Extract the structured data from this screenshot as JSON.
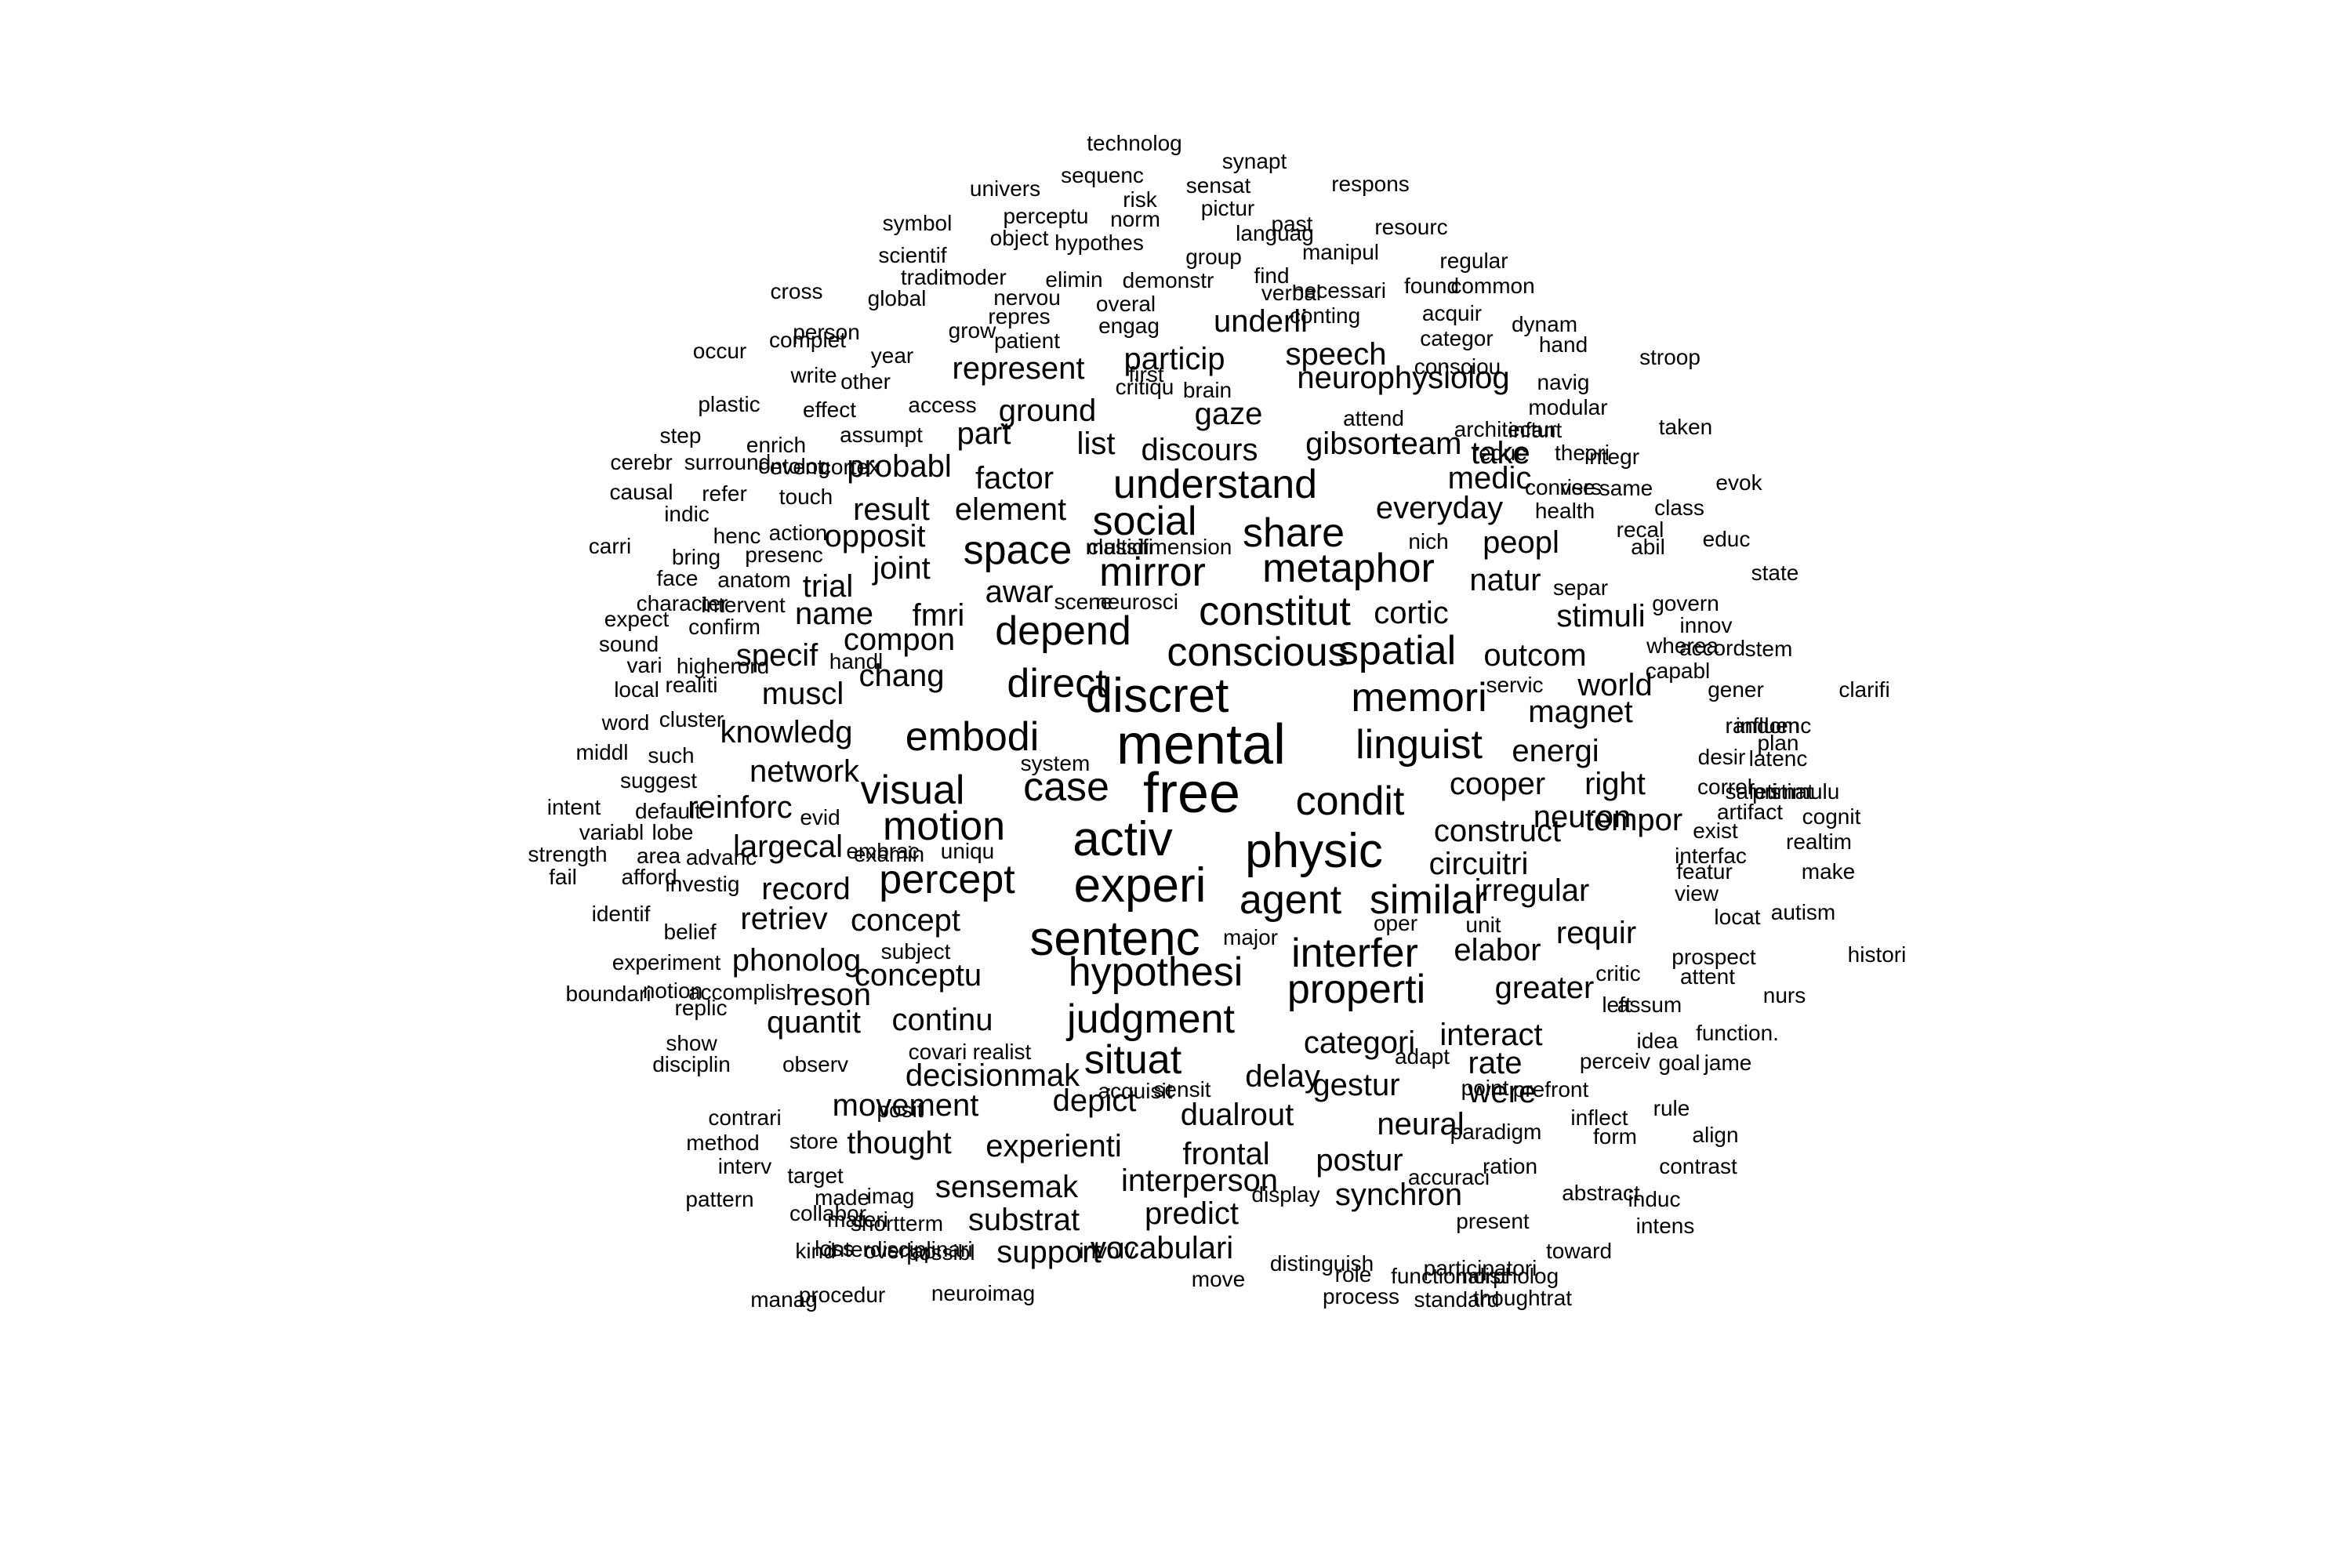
{
  "words": [
    [
      "mental",
      6
    ],
    [
      "free",
      6
    ],
    [
      "sentenc",
      5
    ],
    [
      "discret",
      5
    ],
    [
      "activ",
      5
    ],
    [
      "experi",
      5
    ],
    [
      "physic",
      5
    ],
    [
      "memori",
      4
    ],
    [
      "linguist",
      4
    ],
    [
      "similar",
      4
    ],
    [
      "share",
      4
    ],
    [
      "metaphor",
      4
    ],
    [
      "understand",
      4
    ],
    [
      "social",
      4
    ],
    [
      "space",
      4
    ],
    [
      "spatial",
      4
    ],
    [
      "conscious",
      4
    ],
    [
      "constitut",
      4
    ],
    [
      "depend",
      4
    ],
    [
      "direct",
      4
    ],
    [
      "embodi",
      4
    ],
    [
      "case",
      4
    ],
    [
      "condit",
      4
    ],
    [
      "motion",
      4
    ],
    [
      "visual",
      4
    ],
    [
      "percept",
      4
    ],
    [
      "agent",
      4
    ],
    [
      "interfer",
      4
    ],
    [
      "properti",
      4
    ],
    [
      "hypothesi",
      4
    ],
    [
      "judgment",
      4
    ],
    [
      "situat",
      4
    ],
    [
      "mirror",
      4
    ],
    [
      "circuitri",
      3
    ],
    [
      "construct",
      3
    ],
    [
      "irregular",
      3
    ],
    [
      "neuron",
      3
    ],
    [
      "right",
      3
    ],
    [
      "tempor",
      3
    ],
    [
      "cooper",
      3
    ],
    [
      "energi",
      3
    ],
    [
      "magnet",
      3
    ],
    [
      "world",
      3
    ],
    [
      "outcom",
      3
    ],
    [
      "stimuli",
      3
    ],
    [
      "cortic",
      3
    ],
    [
      "natur",
      3
    ],
    [
      "peopl",
      3
    ],
    [
      "everyday",
      3
    ],
    [
      "medic",
      3
    ],
    [
      "take",
      3
    ],
    [
      "team",
      3
    ],
    [
      "gibson",
      3
    ],
    [
      "neurophysiolog",
      3
    ],
    [
      "speech",
      3
    ],
    [
      "gaze",
      3
    ],
    [
      "discours",
      3
    ],
    [
      "list",
      3
    ],
    [
      "ground",
      3
    ],
    [
      "particip",
      3
    ],
    [
      "underli",
      3
    ],
    [
      "represent",
      3
    ],
    [
      "part",
      3
    ],
    [
      "probabl",
      3
    ],
    [
      "factor",
      3
    ],
    [
      "element",
      3
    ],
    [
      "result",
      3
    ],
    [
      "opposit",
      3
    ],
    [
      "joint",
      3
    ],
    [
      "trial",
      3
    ],
    [
      "name",
      3
    ],
    [
      "fmri",
      3
    ],
    [
      "awar",
      3
    ],
    [
      "specif",
      3
    ],
    [
      "compon",
      3
    ],
    [
      "chang",
      3
    ],
    [
      "muscl",
      3
    ],
    [
      "knowledg",
      3
    ],
    [
      "network",
      3
    ],
    [
      "reinforc",
      3
    ],
    [
      "largecal",
      3
    ],
    [
      "record",
      3
    ],
    [
      "retriev",
      3
    ],
    [
      "concept",
      3
    ],
    [
      "phonolog",
      3
    ],
    [
      "conceptu",
      3
    ],
    [
      "reson",
      3
    ],
    [
      "quantit",
      3
    ],
    [
      "continu",
      3
    ],
    [
      "decisionmak",
      3
    ],
    [
      "movement",
      3
    ],
    [
      "thought",
      3
    ],
    [
      "experienti",
      3
    ],
    [
      "depict",
      3
    ],
    [
      "categori",
      3
    ],
    [
      "delay",
      3
    ],
    [
      "dualrout",
      3
    ],
    [
      "interact",
      3
    ],
    [
      "rate",
      3
    ],
    [
      "gestur",
      3
    ],
    [
      "were",
      3
    ],
    [
      "neural",
      3
    ],
    [
      "frontal",
      3
    ],
    [
      "postur",
      3
    ],
    [
      "interperson",
      3
    ],
    [
      "sensemak",
      3
    ],
    [
      "substrat",
      3
    ],
    [
      "predict",
      3
    ],
    [
      "synchron",
      3
    ],
    [
      "support",
      3
    ],
    [
      "vocabulari",
      3
    ],
    [
      "requir",
      3
    ],
    [
      "elabor",
      3
    ],
    [
      "greater",
      3
    ],
    [
      "technolog",
      1
    ],
    [
      "synapt",
      1
    ],
    [
      "sequenc",
      1
    ],
    [
      "sensat",
      1
    ],
    [
      "univers",
      1
    ],
    [
      "respons",
      1
    ],
    [
      "risk",
      1
    ],
    [
      "pictur",
      1
    ],
    [
      "symbol",
      1
    ],
    [
      "perceptu",
      1
    ],
    [
      "norm",
      1
    ],
    [
      "past",
      1
    ],
    [
      "resourc",
      1
    ],
    [
      "object",
      1
    ],
    [
      "hypothes",
      1
    ],
    [
      "languag",
      1
    ],
    [
      "scientif",
      1
    ],
    [
      "group",
      1
    ],
    [
      "manipul",
      1
    ],
    [
      "regular",
      1
    ],
    [
      "tradit",
      1
    ],
    [
      "moder",
      1
    ],
    [
      "elimin",
      1
    ],
    [
      "demonstr",
      1
    ],
    [
      "find",
      1
    ],
    [
      "verbal",
      1
    ],
    [
      "necessari",
      1
    ],
    [
      "found",
      1
    ],
    [
      "common",
      1
    ],
    [
      "cross",
      1
    ],
    [
      "global",
      1
    ],
    [
      "nervou",
      1
    ],
    [
      "repres",
      1
    ],
    [
      "overal",
      1
    ],
    [
      "engag",
      1
    ],
    [
      "conting",
      1
    ],
    [
      "acquir",
      1
    ],
    [
      "complet",
      1
    ],
    [
      "grow",
      1
    ],
    [
      "patient",
      1
    ],
    [
      "categor",
      1
    ],
    [
      "dynam",
      1
    ],
    [
      "person",
      1
    ],
    [
      "year",
      1
    ],
    [
      "hand",
      1
    ],
    [
      "occur",
      1
    ],
    [
      "write",
      1
    ],
    [
      "other",
      1
    ],
    [
      "critiqu",
      1
    ],
    [
      "first",
      1
    ],
    [
      "consciou",
      1
    ],
    [
      "stroop",
      1
    ],
    [
      "brain",
      1
    ],
    [
      "navig",
      1
    ],
    [
      "plastic",
      1
    ],
    [
      "effect",
      1
    ],
    [
      "access",
      1
    ],
    [
      "attend",
      1
    ],
    [
      "modular",
      1
    ],
    [
      "step",
      1
    ],
    [
      "assumpt",
      1
    ],
    [
      "architectur",
      1
    ],
    [
      "infant",
      1
    ],
    [
      "taken",
      1
    ],
    [
      "enrich",
      1
    ],
    [
      "reduc",
      1
    ],
    [
      "event",
      1
    ],
    [
      "cortex",
      1
    ],
    [
      "ontolog",
      1
    ],
    [
      "theori",
      1
    ],
    [
      "integr",
      1
    ],
    [
      "cerebr",
      1
    ],
    [
      "surround",
      1
    ],
    [
      "convers",
      1
    ],
    [
      "same",
      1
    ],
    [
      "causal",
      1
    ],
    [
      "refer",
      1
    ],
    [
      "touch",
      1
    ],
    [
      "evok",
      1
    ],
    [
      "rise",
      1
    ],
    [
      "indic",
      1
    ],
    [
      "health",
      1
    ],
    [
      "class",
      1
    ],
    [
      "carri",
      1
    ],
    [
      "henc",
      1
    ],
    [
      "action",
      1
    ],
    [
      "recal",
      1
    ],
    [
      "bring",
      1
    ],
    [
      "presenc",
      1
    ],
    [
      "classifi",
      1
    ],
    [
      "multidimension",
      1
    ],
    [
      "nich",
      1
    ],
    [
      "educ",
      1
    ],
    [
      "abil",
      1
    ],
    [
      "face",
      1
    ],
    [
      "anatom",
      1
    ],
    [
      "state",
      1
    ],
    [
      "character",
      1
    ],
    [
      "intervent",
      1
    ],
    [
      "scene",
      1
    ],
    [
      "neurosci",
      1
    ],
    [
      "separ",
      1
    ],
    [
      "expect",
      1
    ],
    [
      "govern",
      1
    ],
    [
      "sound",
      1
    ],
    [
      "confirm",
      1
    ],
    [
      "innov",
      1
    ],
    [
      "vari",
      1
    ],
    [
      "accord",
      1
    ],
    [
      "local",
      1
    ],
    [
      "higherord",
      1
    ],
    [
      "wherea",
      1
    ],
    [
      "stem",
      1
    ],
    [
      "handl",
      1
    ],
    [
      "capabl",
      1
    ],
    [
      "realiti",
      1
    ],
    [
      "servic",
      1
    ],
    [
      "gener",
      1
    ],
    [
      "clarifi",
      1
    ],
    [
      "word",
      1
    ],
    [
      "cluster",
      1
    ],
    [
      "random",
      1
    ],
    [
      "influenc",
      1
    ],
    [
      "middl",
      1
    ],
    [
      "such",
      1
    ],
    [
      "system",
      1
    ],
    [
      "plan",
      1
    ],
    [
      "desir",
      1
    ],
    [
      "latenc",
      1
    ],
    [
      "suggest",
      1
    ],
    [
      "safeti",
      1
    ],
    [
      "correl",
      1
    ],
    [
      "default",
      1
    ],
    [
      "primat",
      1
    ],
    [
      "stimulu",
      1
    ],
    [
      "intent",
      1
    ],
    [
      "evid",
      1
    ],
    [
      "artifact",
      1
    ],
    [
      "cognit",
      1
    ],
    [
      "variabl",
      1
    ],
    [
      "lobe",
      1
    ],
    [
      "exist",
      1
    ],
    [
      "realtim",
      1
    ],
    [
      "examin",
      1
    ],
    [
      "interfac",
      1
    ],
    [
      "strength",
      1
    ],
    [
      "area",
      1
    ],
    [
      "advanc",
      1
    ],
    [
      "embrac",
      1
    ],
    [
      "uniqu",
      1
    ],
    [
      "featur",
      1
    ],
    [
      "fail",
      1
    ],
    [
      "afford",
      1
    ],
    [
      "investig",
      1
    ],
    [
      "make",
      1
    ],
    [
      "view",
      1
    ],
    [
      "autism",
      1
    ],
    [
      "oper",
      1
    ],
    [
      "unit",
      1
    ],
    [
      "locat",
      1
    ],
    [
      "identif",
      1
    ],
    [
      "belief",
      1
    ],
    [
      "major",
      1
    ],
    [
      "subject",
      1
    ],
    [
      "experiment",
      1
    ],
    [
      "prospect",
      1
    ],
    [
      "histori",
      1
    ],
    [
      "critic",
      1
    ],
    [
      "attent",
      1
    ],
    [
      "boundari",
      1
    ],
    [
      "notion",
      1
    ],
    [
      "accomplish",
      1
    ],
    [
      "left",
      1
    ],
    [
      "assum",
      1
    ],
    [
      "nurs",
      1
    ],
    [
      "replic",
      1
    ],
    [
      "function.",
      1
    ],
    [
      "show",
      1
    ],
    [
      "covari",
      1
    ],
    [
      "realist",
      1
    ],
    [
      "idea",
      1
    ],
    [
      "disciplin",
      1
    ],
    [
      "observ",
      1
    ],
    [
      "adapt",
      1
    ],
    [
      "perceiv",
      1
    ],
    [
      "goal",
      1
    ],
    [
      "jame",
      1
    ],
    [
      "sensit",
      1
    ],
    [
      "point",
      1
    ],
    [
      "acquisit",
      1
    ],
    [
      "prefront",
      1
    ],
    [
      "contrari",
      1
    ],
    [
      "posit",
      1
    ],
    [
      "inflect",
      1
    ],
    [
      "rule",
      1
    ],
    [
      "method",
      1
    ],
    [
      "store",
      1
    ],
    [
      "paradigm",
      1
    ],
    [
      "form",
      1
    ],
    [
      "align",
      1
    ],
    [
      "interv",
      1
    ],
    [
      "ration",
      1
    ],
    [
      "contrast",
      1
    ],
    [
      "target",
      1
    ],
    [
      "made",
      1
    ],
    [
      "imag",
      1
    ],
    [
      "accuraci",
      1
    ],
    [
      "induc",
      1
    ],
    [
      "pattern",
      1
    ],
    [
      "collabor",
      1
    ],
    [
      "display",
      1
    ],
    [
      "abstract",
      1
    ],
    [
      "materi",
      1
    ],
    [
      "shortterm",
      1
    ],
    [
      "present",
      1
    ],
    [
      "intens",
      1
    ],
    [
      "loss",
      1
    ],
    [
      "overlap",
      1
    ],
    [
      "possibl",
      1
    ],
    [
      "distinguish",
      1
    ],
    [
      "functionalist",
      1
    ],
    [
      "morpholog",
      1
    ],
    [
      "toward",
      1
    ],
    [
      "role",
      1
    ],
    [
      "kind",
      1
    ],
    [
      "interdisciplinari",
      1
    ],
    [
      "involv",
      1
    ],
    [
      "move",
      1
    ],
    [
      "participatori",
      1
    ],
    [
      "manag",
      1
    ],
    [
      "procedur",
      1
    ],
    [
      "neuroimag",
      1
    ],
    [
      "process",
      1
    ],
    [
      "standard",
      1
    ],
    [
      "thoughtrat",
      1
    ]
  ]
}
